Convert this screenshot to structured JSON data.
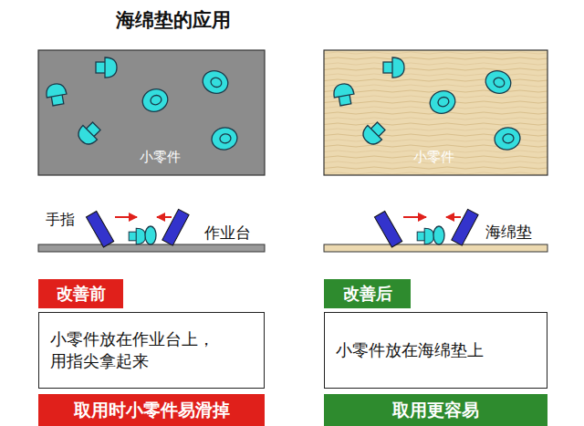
{
  "diagram": {
    "title": "海绵垫的应用",
    "nodes": [
      {
        "text": [
          "小零件"
        ]
      },
      {
        "text": [
          "小零件"
        ]
      },
      {
        "text": [
          "改善前"
        ]
      },
      {
        "text": [
          "改善后"
        ]
      },
      {
        "text": [
          "小零件放在作业台上， 用指尖拿起来"
        ]
      },
      {
        "text": [
          "小零件放在海绵垫上"
        ]
      },
      {
        "text": [
          "取用时小零件易滑掉"
        ]
      },
      {
        "text": [
          "取用更容易"
        ]
      }
    ],
    "labels": [
      "手指",
      "作业台",
      "海绵垫"
    ]
  }
}
